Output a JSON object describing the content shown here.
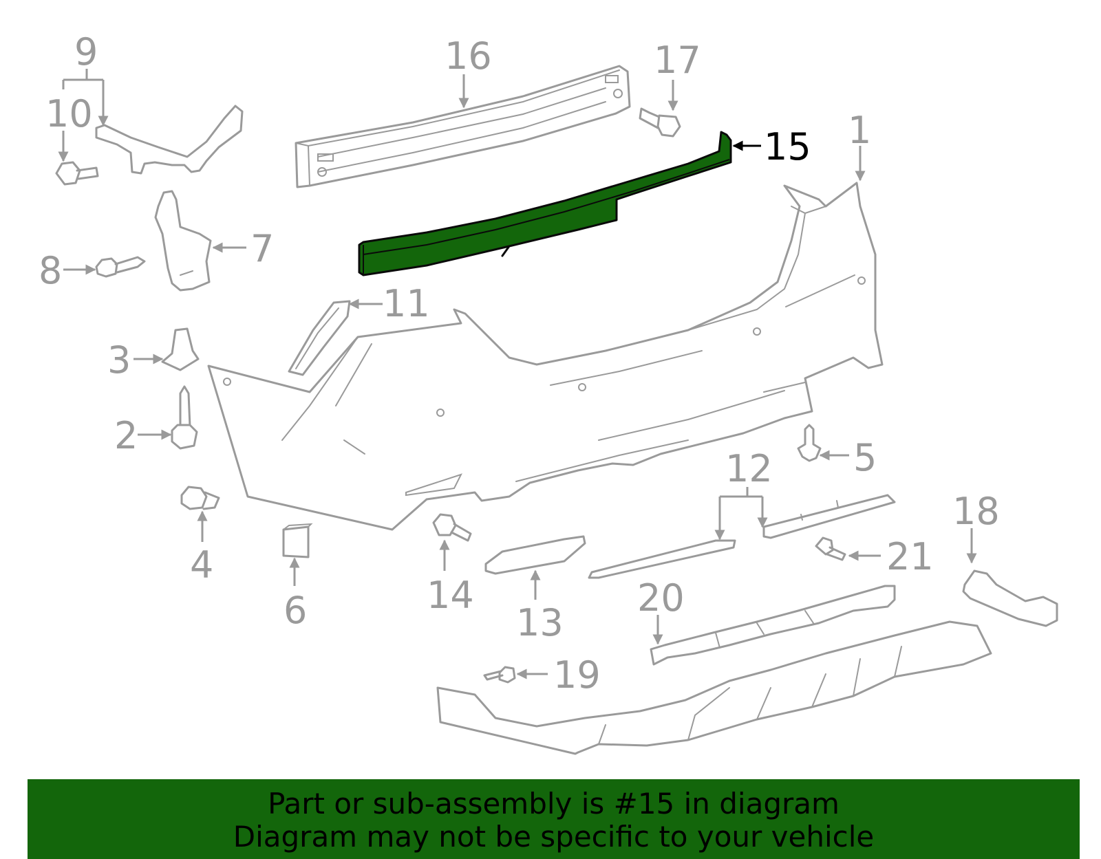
{
  "highlight_color": "#13660b",
  "callouts": {
    "c1": "1",
    "c2": "2",
    "c3": "3",
    "c4": "4",
    "c5": "5",
    "c6": "6",
    "c7": "7",
    "c8": "8",
    "c9": "9",
    "c10": "10",
    "c11": "11",
    "c12": "12",
    "c13": "13",
    "c14": "14",
    "c15": "15",
    "c16": "16",
    "c17": "17",
    "c18": "18",
    "c19": "19",
    "c20": "20",
    "c21": "21"
  },
  "highlighted_part": "15",
  "banner": {
    "line1": "Part or sub-assembly is #15 in diagram",
    "line2": "Diagram may not be specific to your vehicle"
  }
}
